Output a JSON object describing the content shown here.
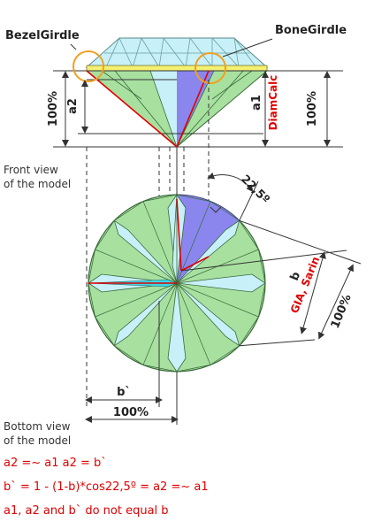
{
  "labels": {
    "bezel_girdle": "BezelGirdle",
    "bone_girdle": "BoneGirdle",
    "pct_left": "100%",
    "a2": "a2",
    "a1": "a1",
    "diamcalc": "DiamCalc",
    "pct_right": "100%",
    "angle": "22,5º",
    "b": "b",
    "gia_sarin": "GIA, Sarin",
    "pct_diag": "100%",
    "b_prime": "b`",
    "pct_bottom": "100%"
  },
  "captions": {
    "front_line1": "Front view",
    "front_line2": "of the model",
    "bottom_line1": "Bottom view",
    "bottom_line2": "of the model"
  },
  "formulas": {
    "line1": "a2 =~ a1    a2 = b`",
    "line2": "b` = 1 - (1-b)*cos22,5º = a2 =~ a1",
    "line3": "a1, a2 and b` do not equal b"
  },
  "colors": {
    "pavilion_green": "#a8e0a0",
    "crown_blue": "#c8f0f8",
    "highlight_violet": "#8a86ee",
    "highlight_cyan": "#3ad8e8",
    "girdle_yellow": "#f4f070",
    "ring_orange": "#f0a020",
    "red_line": "#e00000"
  }
}
